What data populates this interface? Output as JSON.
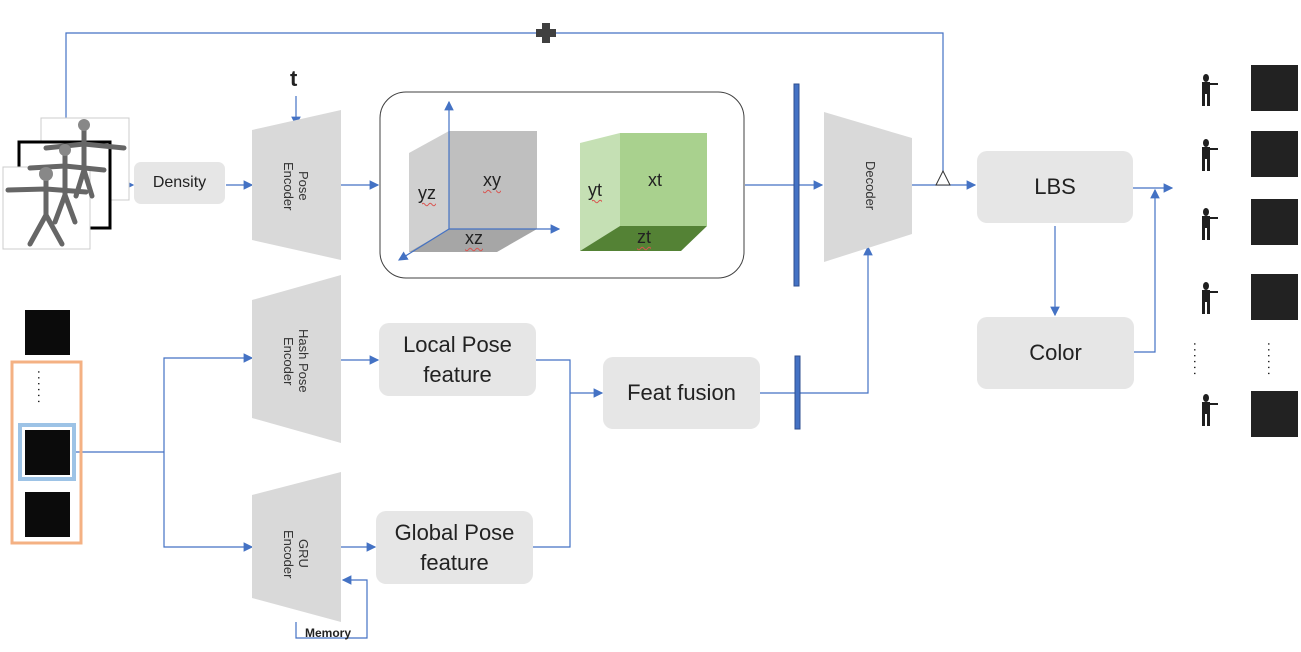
{
  "labels": {
    "t": "t",
    "density": "Density",
    "pose_encoder": "Pose Encoder",
    "hash_pose_encoder": "Hash Pose Encoder",
    "gru_encoder": "GRU Encoder",
    "decoder": "Decoder",
    "xy": "xy",
    "yz": "yz",
    "xz": "xz",
    "xt": "xt",
    "yt": "yt",
    "zt": "zt",
    "local_pose_line1": "Local Pose",
    "local_pose_line2": "feature",
    "global_pose_line1": "Global Pose",
    "global_pose_line2": "feature",
    "feat_fusion": "Feat fusion",
    "lbs": "LBS",
    "color": "Color",
    "memory": "Memory",
    "ellipsis": "......"
  },
  "colors": {
    "arrow": "#4472c4",
    "box_fill": "#e6e6e6",
    "encoder_fill": "#d9d9d9",
    "cube_gray_front": "#bfbfbf",
    "cube_green_front": "#a9d18e",
    "cube_green_side": "#c5e0b4",
    "cube_green_bottom": "#548235",
    "bar_fill": "#4472c4",
    "frames_border": "#f4b183",
    "selected_border": "#9dc3e6"
  }
}
